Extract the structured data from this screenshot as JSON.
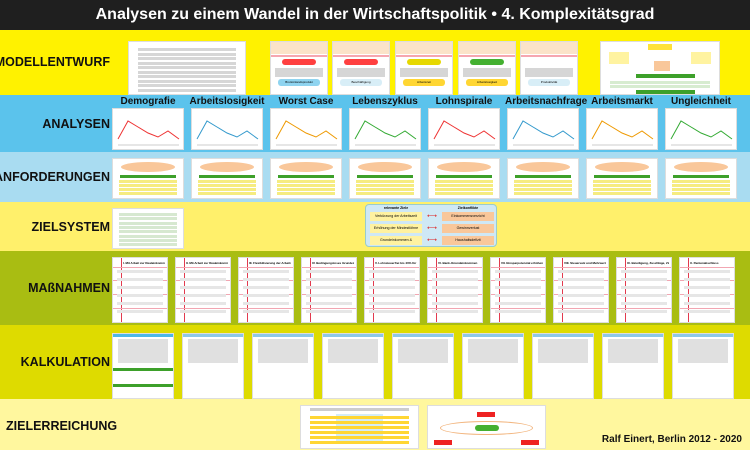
{
  "title": "Analysen zu einem Wandel in der Wirtschaftspolitik  •  4. Komplexitätsgrad",
  "sections": {
    "modellentwurf": "MODELLENTWURF",
    "analysen": "ANALYSEN",
    "anforderungen": "ANFORDERUNGEN",
    "zielsystem": "ZIELSYSTEM",
    "massnahmen": "MAßNAHMEN",
    "kalkulation": "KALKULATION",
    "zielerreichung": "ZIELERREICHUNG"
  },
  "modell_cards": [
    "Bruttoinlandsprodukt",
    "Beschäftigung",
    "Arbeitszeit",
    "Arbeitslosigkeit",
    "Produktivität"
  ],
  "analysen_labels": [
    "Demografie",
    "Arbeitslosigkeit",
    "Worst Case",
    "Lebenszyklus",
    "Lohnspirale",
    "Arbeitsnachfrage",
    "Arbeitsmarkt",
    "Ungleichheit"
  ],
  "zielsystem_box": {
    "left_header": "relevante Ziele",
    "right_header": "Zielkonflikte",
    "rows": [
      {
        "goal": "Verkürzung der Arbeitszeit",
        "conflict": "Einkommensverzicht"
      },
      {
        "goal": "Erhöhung der Mindestlöhne",
        "conflict": "Gewinnverlust"
      },
      {
        "goal": "Grundeinkommen & Mindestrente",
        "conflict": "Haushaltsdefizit"
      }
    ]
  },
  "massnahmen_titles": [
    "I. Mit Arbeit zur Realeinkommenssteigerung",
    "II. Mit Arbeit zur Realeinkommenssteigerung",
    "III. Flexibilisierung der Arbeitszeiten",
    "IV. Bedingungsloses Grundeinkommen",
    "V. Lohnsteuerfrei bis 40% für alle",
    "VI. Bank-/Grundeinkommen",
    "VII. Einsparpotenzial erhöhen",
    "VIII. Steuersatz und Mehrwertsteuer",
    "IX. Beteiligung, Zuschläge, Zinsen",
    "X. Rentenabschluss"
  ],
  "author": "Ralf Einert, Berlin 2012 - 2020",
  "colors": {
    "modell": "#fff200",
    "analysen": "#5bc3ec",
    "anforderungen": "#a9dcf1",
    "zielsystem": "#fff06b",
    "massnahmen": "#a9bd12",
    "kalkulation": "#dedb00",
    "zielerreichung": "#fff79e"
  }
}
